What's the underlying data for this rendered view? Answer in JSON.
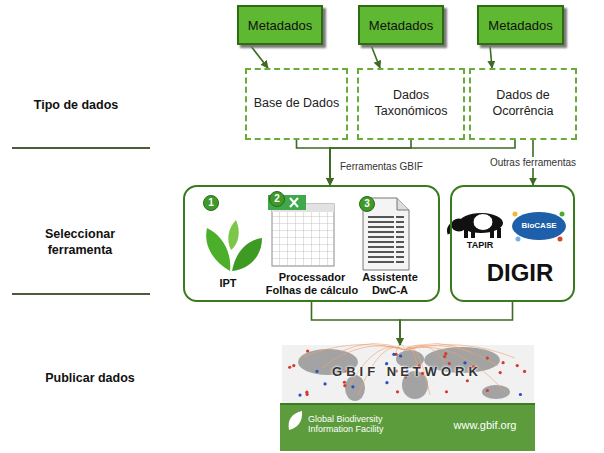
{
  "diagram": {
    "nodes": [
      {
        "text": [
          "Metadados"
        ]
      },
      {
        "text": [
          "Metadados"
        ]
      },
      {
        "text": [
          "Metadados"
        ]
      },
      {
        "text": [
          "Base de Dados"
        ]
      },
      {
        "text": [
          "Dados Taxonómicos"
        ]
      },
      {
        "text": [
          "Dados de Ocorrência"
        ]
      },
      {
        "text": [
          "IPT",
          "Processador Folhas de cálculo",
          "Assistente DwC-A"
        ]
      },
      {
        "text": [
          "TAPIR",
          "BioCASE",
          "DIGIR"
        ]
      },
      {
        "text": [
          "GBIF NETWORK",
          "Global Biodiversity Information Facility",
          "www.gbif.org"
        ]
      }
    ],
    "edges": [
      {
        "from": 0,
        "to": 3,
        "arrow": "to"
      },
      {
        "from": 1,
        "to": 4,
        "arrow": "to"
      },
      {
        "from": 2,
        "to": 5,
        "arrow": "to"
      },
      {
        "from": 3,
        "to": 6,
        "arrow": "to",
        "label": "Ferramentas GBIF"
      },
      {
        "from": 4,
        "to": 6,
        "arrow": "to"
      },
      {
        "from": 5,
        "to": 6,
        "arrow": "to"
      },
      {
        "from": 5,
        "to": 7,
        "arrow": "to",
        "label": "Outras ferramentas"
      },
      {
        "from": 6,
        "to": 8,
        "arrow": "to"
      },
      {
        "from": 7,
        "to": 8,
        "arrow": "to"
      }
    ],
    "labels": [
      "Tipo de dados",
      "Seleccionar ferramenta",
      "Publicar dados",
      "1",
      "2",
      "3"
    ]
  }
}
